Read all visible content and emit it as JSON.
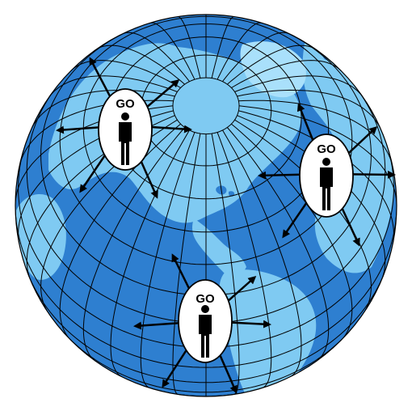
{
  "colors": {
    "background": "#ffffff",
    "ocean": "#2e7fd0",
    "land": "#7fcaf2",
    "land_light": "#a9e0fb",
    "grid_lines": "#000000",
    "arrow": "#000000",
    "oval_fill": "#ffffff",
    "person": "#000000"
  },
  "figures": [
    {
      "label": "GO",
      "icon": "person-icon"
    },
    {
      "label": "GO",
      "icon": "person-icon"
    },
    {
      "label": "GO",
      "icon": "person-icon"
    }
  ]
}
